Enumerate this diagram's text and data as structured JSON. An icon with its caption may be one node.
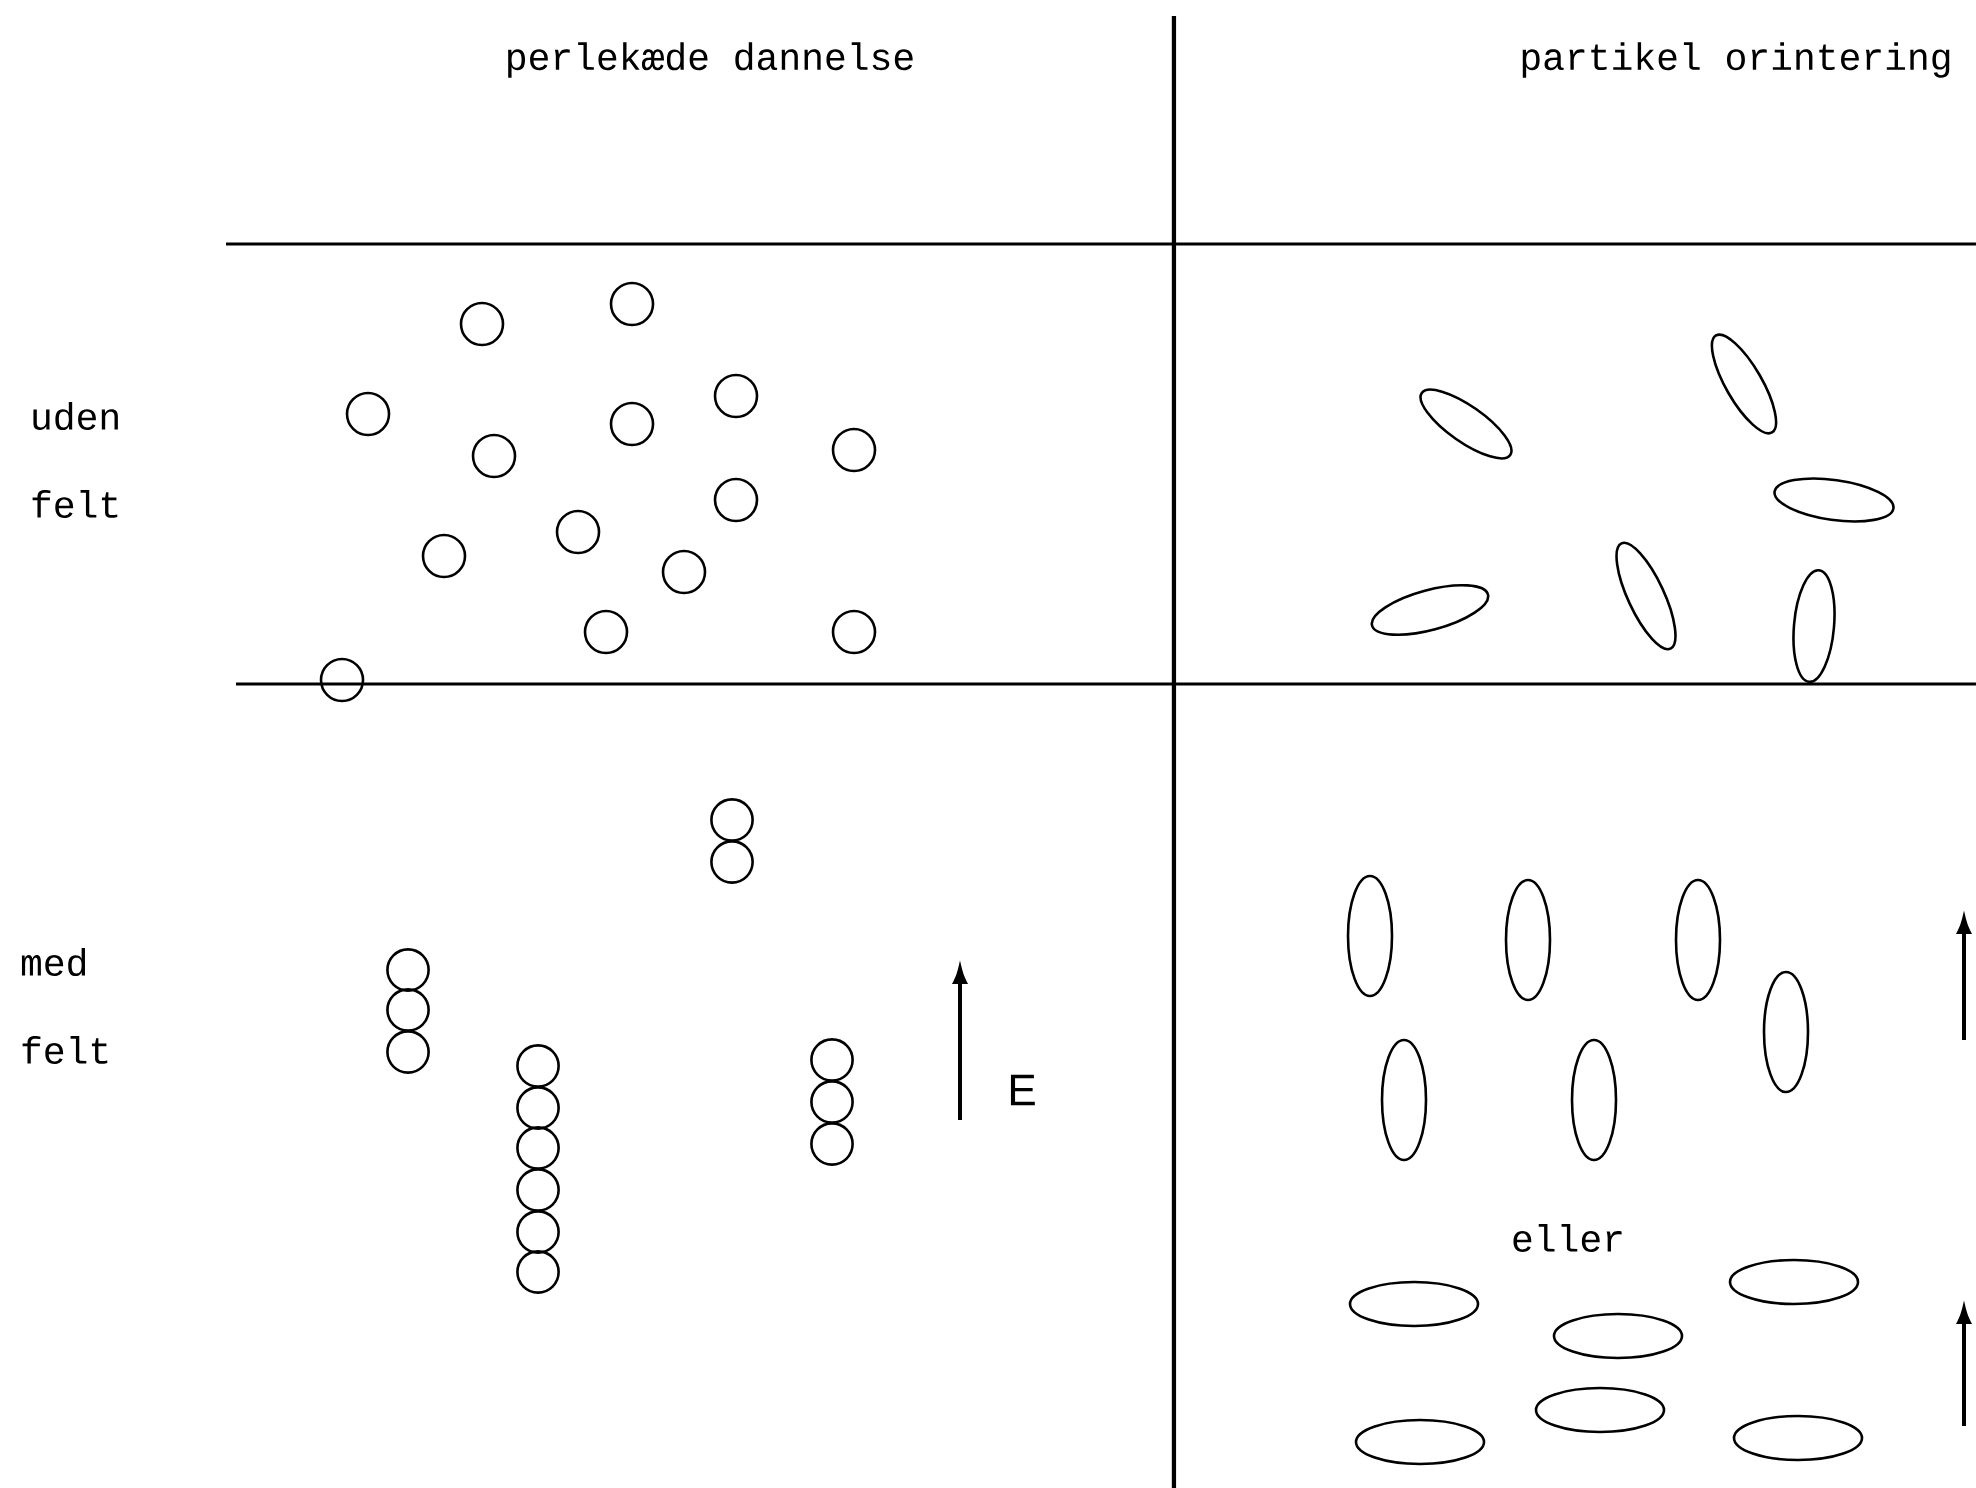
{
  "diagram": {
    "labels": [
      "perlekæde dannelse",
      "partikel orintering",
      "uden felt",
      "med felt",
      "E",
      "eller"
    ]
  }
}
